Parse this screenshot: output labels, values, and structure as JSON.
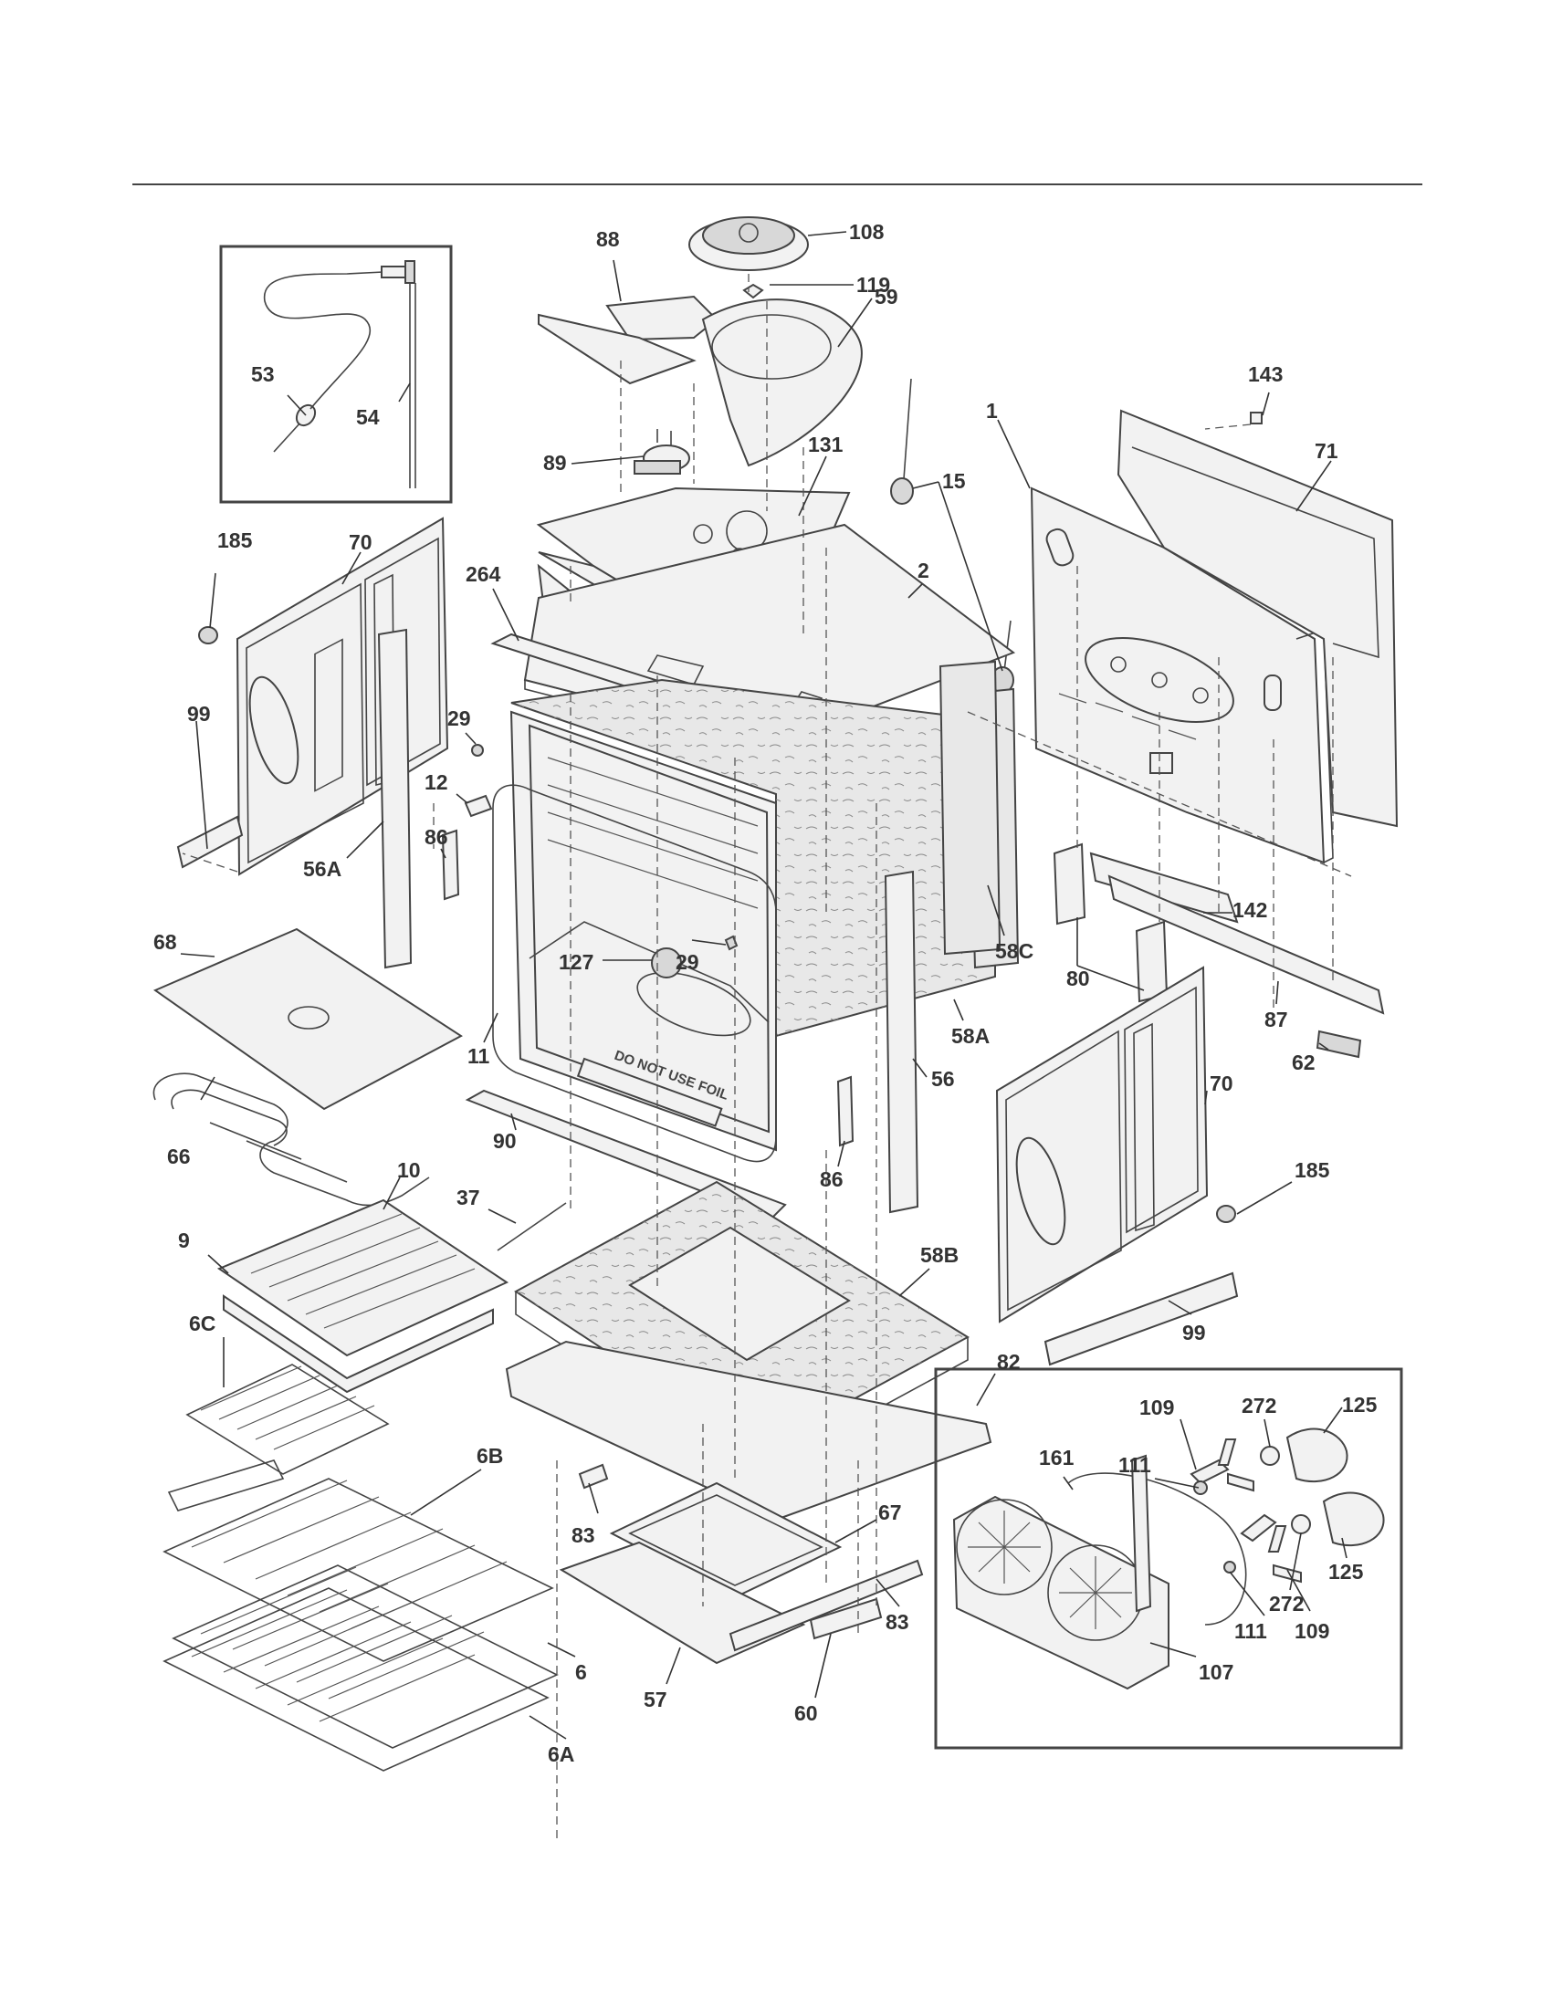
{
  "callouts": [
    {
      "id": "108",
      "text": "108"
    },
    {
      "id": "88",
      "text": "88"
    },
    {
      "id": "119",
      "text": "119"
    },
    {
      "id": "59",
      "text": "59"
    },
    {
      "id": "143",
      "text": "143"
    },
    {
      "id": "53",
      "text": "53"
    },
    {
      "id": "54",
      "text": "54"
    },
    {
      "id": "1",
      "text": "1"
    },
    {
      "id": "71",
      "text": "71"
    },
    {
      "id": "89",
      "text": "89"
    },
    {
      "id": "131",
      "text": "131"
    },
    {
      "id": "15",
      "text": "15"
    },
    {
      "id": "70a",
      "text": "70"
    },
    {
      "id": "185a",
      "text": "185"
    },
    {
      "id": "264",
      "text": "264"
    },
    {
      "id": "2",
      "text": "2"
    },
    {
      "id": "29a",
      "text": "29"
    },
    {
      "id": "99a",
      "text": "99"
    },
    {
      "id": "12",
      "text": "12"
    },
    {
      "id": "86a",
      "text": "86"
    },
    {
      "id": "56A",
      "text": "56A"
    },
    {
      "id": "142",
      "text": "142"
    },
    {
      "id": "68",
      "text": "68"
    },
    {
      "id": "127",
      "text": "127"
    },
    {
      "id": "58C",
      "text": "58C"
    },
    {
      "id": "29b",
      "text": "29"
    },
    {
      "id": "80",
      "text": "80"
    },
    {
      "id": "87",
      "text": "87"
    },
    {
      "id": "11",
      "text": "11"
    },
    {
      "id": "58A",
      "text": "58A"
    },
    {
      "id": "62",
      "text": "62"
    },
    {
      "id": "56",
      "text": "56"
    },
    {
      "id": "70b",
      "text": "70"
    },
    {
      "id": "90",
      "text": "90"
    },
    {
      "id": "66",
      "text": "66"
    },
    {
      "id": "86b",
      "text": "86"
    },
    {
      "id": "10",
      "text": "10"
    },
    {
      "id": "185b",
      "text": "185"
    },
    {
      "id": "37",
      "text": "37"
    },
    {
      "id": "9",
      "text": "9"
    },
    {
      "id": "58B",
      "text": "58B"
    },
    {
      "id": "99b",
      "text": "99"
    },
    {
      "id": "6C",
      "text": "6C"
    },
    {
      "id": "82",
      "text": "82"
    },
    {
      "id": "109a",
      "text": "109"
    },
    {
      "id": "272a",
      "text": "272"
    },
    {
      "id": "125a",
      "text": "125"
    },
    {
      "id": "6B",
      "text": "6B"
    },
    {
      "id": "161",
      "text": "161"
    },
    {
      "id": "111a",
      "text": "111"
    },
    {
      "id": "67",
      "text": "67"
    },
    {
      "id": "83a",
      "text": "83"
    },
    {
      "id": "125b",
      "text": "125"
    },
    {
      "id": "272b",
      "text": "272"
    },
    {
      "id": "83b",
      "text": "83"
    },
    {
      "id": "111b",
      "text": "111"
    },
    {
      "id": "109b",
      "text": "109"
    },
    {
      "id": "6",
      "text": "6"
    },
    {
      "id": "107",
      "text": "107"
    },
    {
      "id": "57",
      "text": "57"
    },
    {
      "id": "60",
      "text": "60"
    },
    {
      "id": "6A",
      "text": "6A"
    }
  ],
  "door_rack_text": "DO NOT USE FOIL"
}
